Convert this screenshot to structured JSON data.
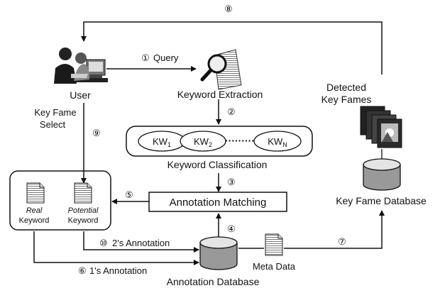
{
  "steps": {
    "s1": "①",
    "s2": "②",
    "s3": "③",
    "s4": "④",
    "s5": "⑤",
    "s6": "⑥",
    "s7": "⑦",
    "s8": "⑧",
    "s9": "⑨",
    "s10": "⑩"
  },
  "labels": {
    "query": "Query",
    "user": "User",
    "keyword_extraction": "Keyword Extraction",
    "key_fame_select_1": "Key Fame",
    "key_fame_select_2": "Select",
    "detected_1": "Detected",
    "detected_2": "Key Fames",
    "keyword_classification": "Keyword Classification",
    "annotation_matching": "Annotation Matching",
    "key_fame_database": "Key Fame Database",
    "real_1": "Real",
    "real_2": "Keyword",
    "potential_1": "Potential",
    "potential_2": "Keyword",
    "annotation_2": "2's Annotation",
    "annotation_1": "1's Annotation",
    "meta_data": "Meta Data",
    "annotation_database": "Annotation Database"
  },
  "keywords": {
    "kw1_base": "KW",
    "kw1_sub": "1",
    "kw2_base": "KW",
    "kw2_sub": "2",
    "kwn_base": "KW",
    "kwn_sub": "N",
    "dots": "·········"
  },
  "icons": {
    "user": "user-at-computer-icon",
    "magnifier": "magnifier-document-icon",
    "document": "document-icon",
    "database": "database-cylinder-icon",
    "film_stack": "key-frame-stack-icon"
  }
}
